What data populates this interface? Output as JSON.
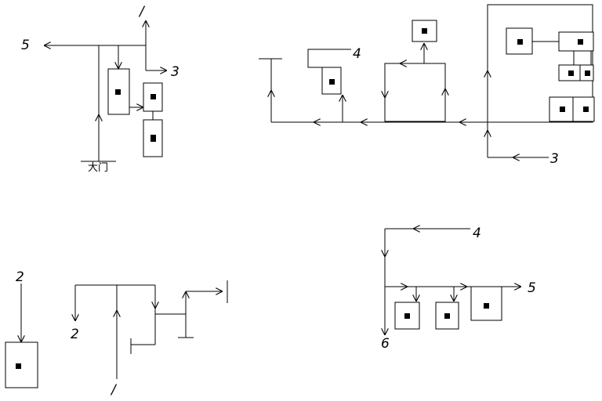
{
  "labels": {
    "tl_five": "5",
    "tl_one": "/",
    "tl_three": "3",
    "tl_gate": "大门",
    "tr_four": "4",
    "tr_three": "3",
    "bl_two_a": "2",
    "bl_two_b": "2",
    "bl_one": "/",
    "br_four": "4",
    "br_five": "5",
    "br_six": "6"
  }
}
